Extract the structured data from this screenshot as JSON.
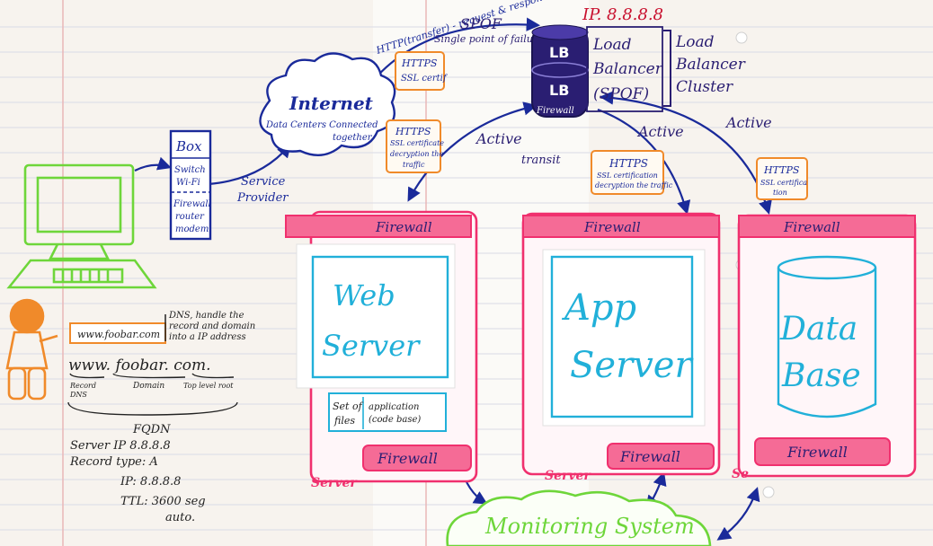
{
  "load_balancer": {
    "ip": "IP. 8.8.8.8",
    "spof_title": "SPOF",
    "spof_sub": "Single point of failure",
    "request_label": "HTTP(transfer) - request & response",
    "lb_icon": "LB",
    "label_line1": "Load",
    "label_line2": "Balancer",
    "label_line3": "(SPOF)",
    "firewall": "Firewall",
    "cluster_line1": "Load",
    "cluster_line2": "Balancer",
    "cluster_line3": "Cluster"
  },
  "internet": {
    "title": "Internet",
    "desc_line1": "Data Centers Connected",
    "desc_line2": "together."
  },
  "box": {
    "title": "Box",
    "row1a": "Switch",
    "row1b": "Wi-Fi",
    "row2a": "Firewall",
    "row2b": "router",
    "row2c": "modem"
  },
  "service_provider": {
    "line1": "Service",
    "line2": "Provider"
  },
  "https_notes": [
    {
      "line1": "HTTPS",
      "line2": "SSL certif"
    },
    {
      "line1": "HTTPS",
      "line2": "SSL certificate",
      "line3": "decryption the",
      "line4": "traffic"
    },
    {
      "line1": "HTTPS",
      "line2": "SSL certification",
      "line3": "decryption the traffic"
    },
    {
      "line1": "HTTPS",
      "line2": "SSL certifica",
      "line3": "tion"
    }
  ],
  "flows": {
    "active1": "Active",
    "active2": "Active",
    "active3": "Active",
    "transit": "transit"
  },
  "servers": [
    {
      "top": "Firewall",
      "line1": "Web",
      "line2": "Server",
      "bottom": "Firewall",
      "caption": "Server",
      "files_line1": "Set of",
      "files_line2": "files",
      "app_line1": "application",
      "app_line2": "(code base)"
    },
    {
      "top": "Firewall",
      "line1": "App",
      "line2": "Server",
      "bottom": "Firewall",
      "caption": "Server"
    },
    {
      "top": "Firewall",
      "line1": "Data",
      "line2": "Base",
      "bottom": "Firewall",
      "caption": "Se"
    }
  ],
  "monitoring": "Monitoring System",
  "dns": {
    "url_box": "www.foobar.com",
    "note_line1": "DNS, handle the",
    "note_line2": "record and domain",
    "note_line3": "into a IP address",
    "domain": "www. foobar. com.",
    "part1a": "Record",
    "part1b": "DNS",
    "part2": "Domain",
    "part3": "Top level root",
    "fqdn": "FQDN",
    "info1": "Server IP 8.8.8.8",
    "info2": "Record type: A",
    "info3": "IP: 8.8.8.8",
    "info4": "TTL: 3600 seg",
    "info5": "auto."
  },
  "colors": {
    "paper": "#f7f3ee",
    "blue_ink": "#1a2a9a",
    "purple_ink": "#2a1e72",
    "pink": "#f0306e",
    "pink_fill": "#f56b96",
    "cyan": "#21b0d9",
    "green": "#6ed63a",
    "orange": "#f08a2a",
    "red_ink": "#c8102e",
    "black_ink": "#222222"
  }
}
